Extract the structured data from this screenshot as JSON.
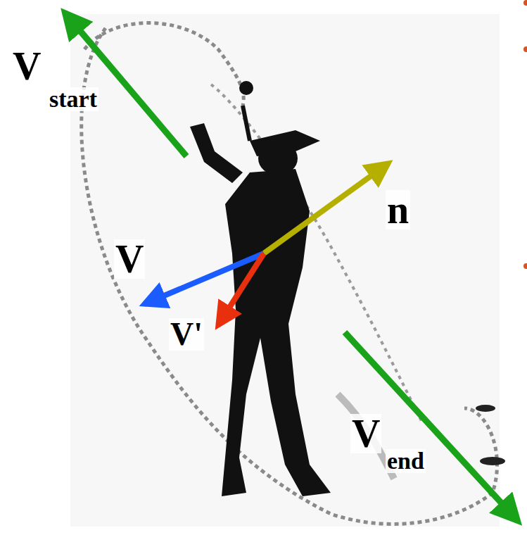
{
  "diagram": {
    "labels": [
      "V",
      "start",
      "n",
      "V",
      "V'",
      "V",
      "end"
    ]
  }
}
